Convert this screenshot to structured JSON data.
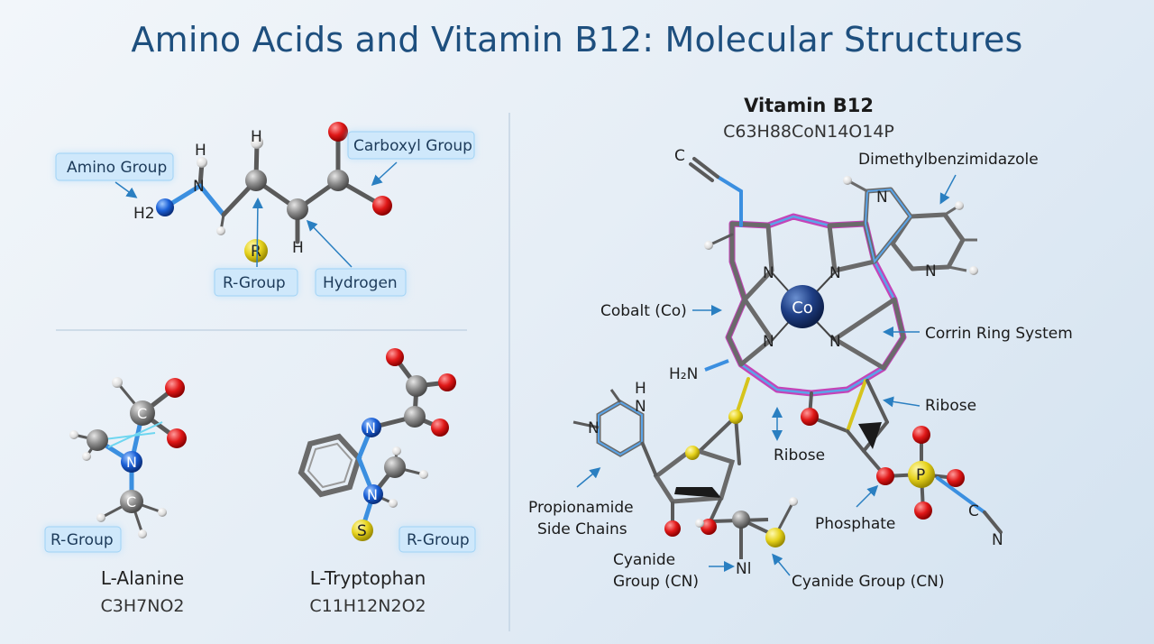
{
  "title": "Amino Acids and Vitamin B12: Molecular Structures",
  "amino_general": {
    "labels": {
      "amino_group": "Amino Group",
      "carboxyl_group": "Carboxyl Group",
      "r_group": "R-Group",
      "hydrogen": "Hydrogen"
    },
    "atoms": {
      "h2": "H2",
      "n": "N",
      "h_top": "H",
      "h_ca": "H",
      "h_bottom": "H",
      "r": "R"
    }
  },
  "alanine": {
    "name": "L-Alanine",
    "formula": "C3H7NO2",
    "r_group": "R-Group",
    "atoms": {
      "c1": "C",
      "n": "N",
      "c2": "C"
    }
  },
  "tryptophan": {
    "name": "L-Tryptophan",
    "formula": "C11H12N2O2",
    "r_group": "R-Group",
    "atoms": {
      "n1": "N",
      "n2": "N",
      "s": "S"
    }
  },
  "b12": {
    "name": "Vitamin B12",
    "formula": "C63H88CoN14O14P",
    "labels": {
      "dimethylbenzimidazole": "Dimethylbenzimidazole",
      "cobalt": "Cobalt (Co)",
      "corrin": "Corrin Ring System",
      "ribose_right": "Ribose",
      "ribose_center": "Ribose",
      "propionamide_1": "Propionamide",
      "propionamide_2": "Side Chains",
      "phosphate": "Phosphate",
      "cyanide_left_1": "Cyanide",
      "cyanide_left_2": "Group (CN)",
      "cyanide_right": "Cyanide Group (CN)"
    },
    "atoms": {
      "co": "Co",
      "c_top": "C",
      "n_ring": "N",
      "n_pyr": "N",
      "n1": "N",
      "n2": "N",
      "n3": "N",
      "n4": "N",
      "h2n": "H₂N",
      "nh_h": "H",
      "nh_n": "N",
      "n_pyr2": "N",
      "p": "P",
      "cn_c": "C",
      "cn_n": "N",
      "ni": "Nl"
    }
  }
}
